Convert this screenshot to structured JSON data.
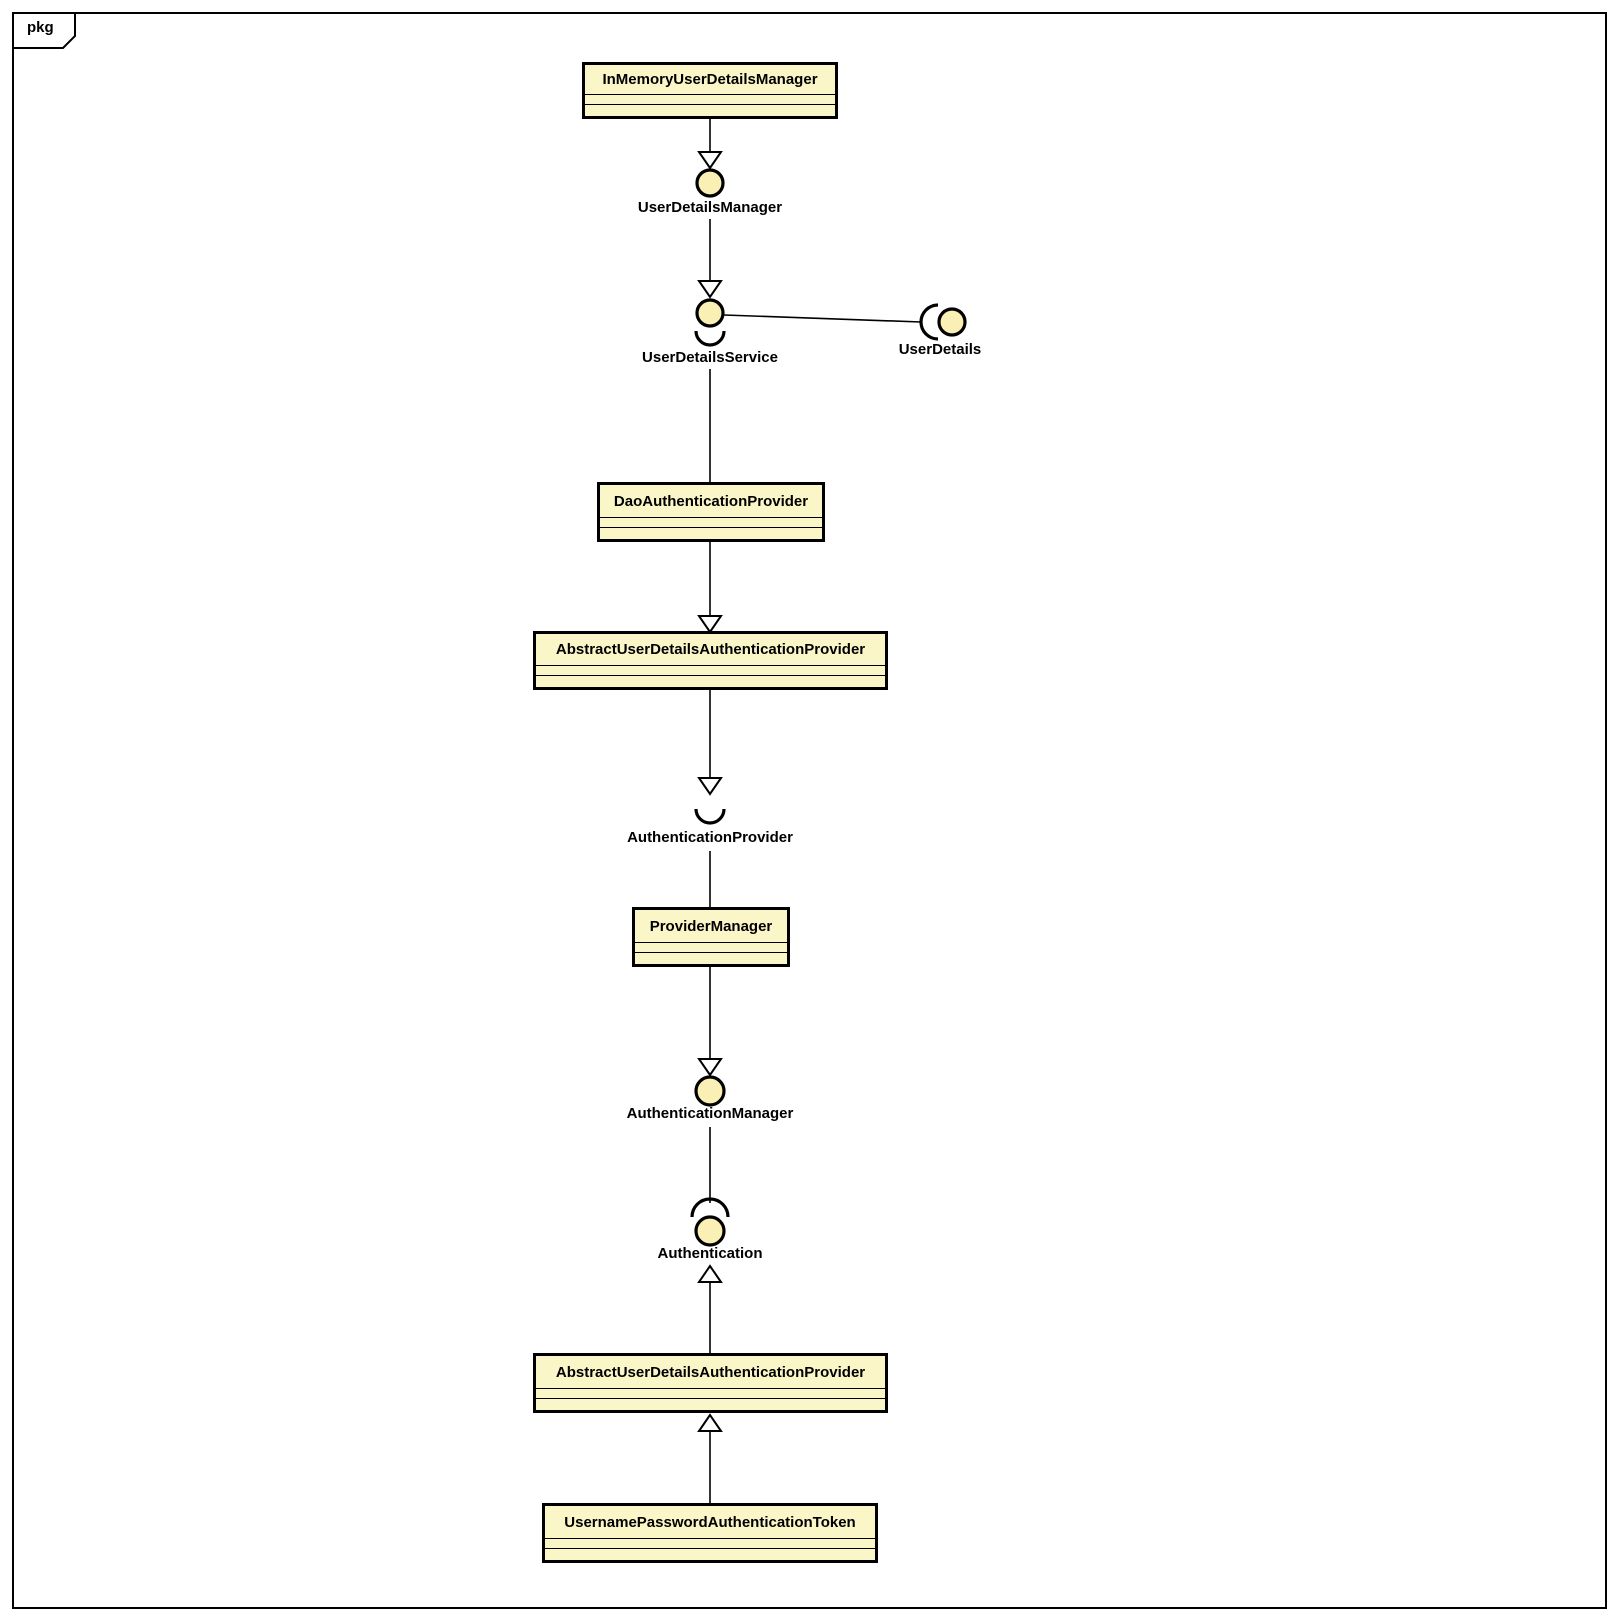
{
  "diagram": {
    "tab_label": "pkg",
    "colors": {
      "class_fill": "#fbf6c8",
      "ball_fill": "#faf0b5",
      "border": "#000000",
      "line": "#000000",
      "background": "#ffffff"
    },
    "classes": [
      {
        "name": "InMemoryUserDetailsManager"
      },
      {
        "name": "DaoAuthenticationProvider"
      },
      {
        "name": "AbstractUserDetailsAuthenticationProvider"
      },
      {
        "name": "ProviderManager"
      },
      {
        "name": "AbstractUserDetailsAuthenticationProvider"
      },
      {
        "name": "UsernamePasswordAuthenticationToken"
      }
    ],
    "interfaces": [
      {
        "name": "UserDetailsManager",
        "notation": "ball"
      },
      {
        "name": "UserDetailsService",
        "notation": "ball-with-socket-below"
      },
      {
        "name": "UserDetails",
        "notation": "socket-and-ball"
      },
      {
        "name": "AuthenticationProvider",
        "notation": "socket-only"
      },
      {
        "name": "AuthenticationManager",
        "notation": "ball"
      },
      {
        "name": "Authentication",
        "notation": "socket-above-ball"
      }
    ],
    "relations": [
      {
        "from": "InMemoryUserDetailsManager",
        "to": "UserDetailsManager",
        "type": "open-arrow-down-to-ball"
      },
      {
        "from": "UserDetailsManager",
        "to": "UserDetailsService",
        "type": "open-arrow-down-to-ball"
      },
      {
        "from": "UserDetailsService",
        "to": "UserDetails",
        "type": "plain-line-to-socket"
      },
      {
        "from": "UserDetailsService",
        "to": "DaoAuthenticationProvider",
        "type": "plain-line"
      },
      {
        "from": "DaoAuthenticationProvider",
        "to": "AbstractUserDetailsAuthenticationProvider",
        "type": "open-arrow-down"
      },
      {
        "from": "AbstractUserDetailsAuthenticationProvider",
        "to": "AuthenticationProvider",
        "type": "open-arrow-down-to-socket"
      },
      {
        "from": "AuthenticationProvider",
        "to": "ProviderManager",
        "type": "plain-line"
      },
      {
        "from": "ProviderManager",
        "to": "AuthenticationManager",
        "type": "open-arrow-down-to-ball"
      },
      {
        "from": "AuthenticationManager",
        "to": "Authentication",
        "type": "plain-line-to-socket"
      },
      {
        "from": "AbstractUserDetailsAuthenticationProvider",
        "to": "Authentication",
        "type": "open-arrow-up"
      },
      {
        "from": "UsernamePasswordAuthenticationToken",
        "to": "AbstractUserDetailsAuthenticationProvider",
        "type": "open-arrow-up"
      }
    ]
  }
}
